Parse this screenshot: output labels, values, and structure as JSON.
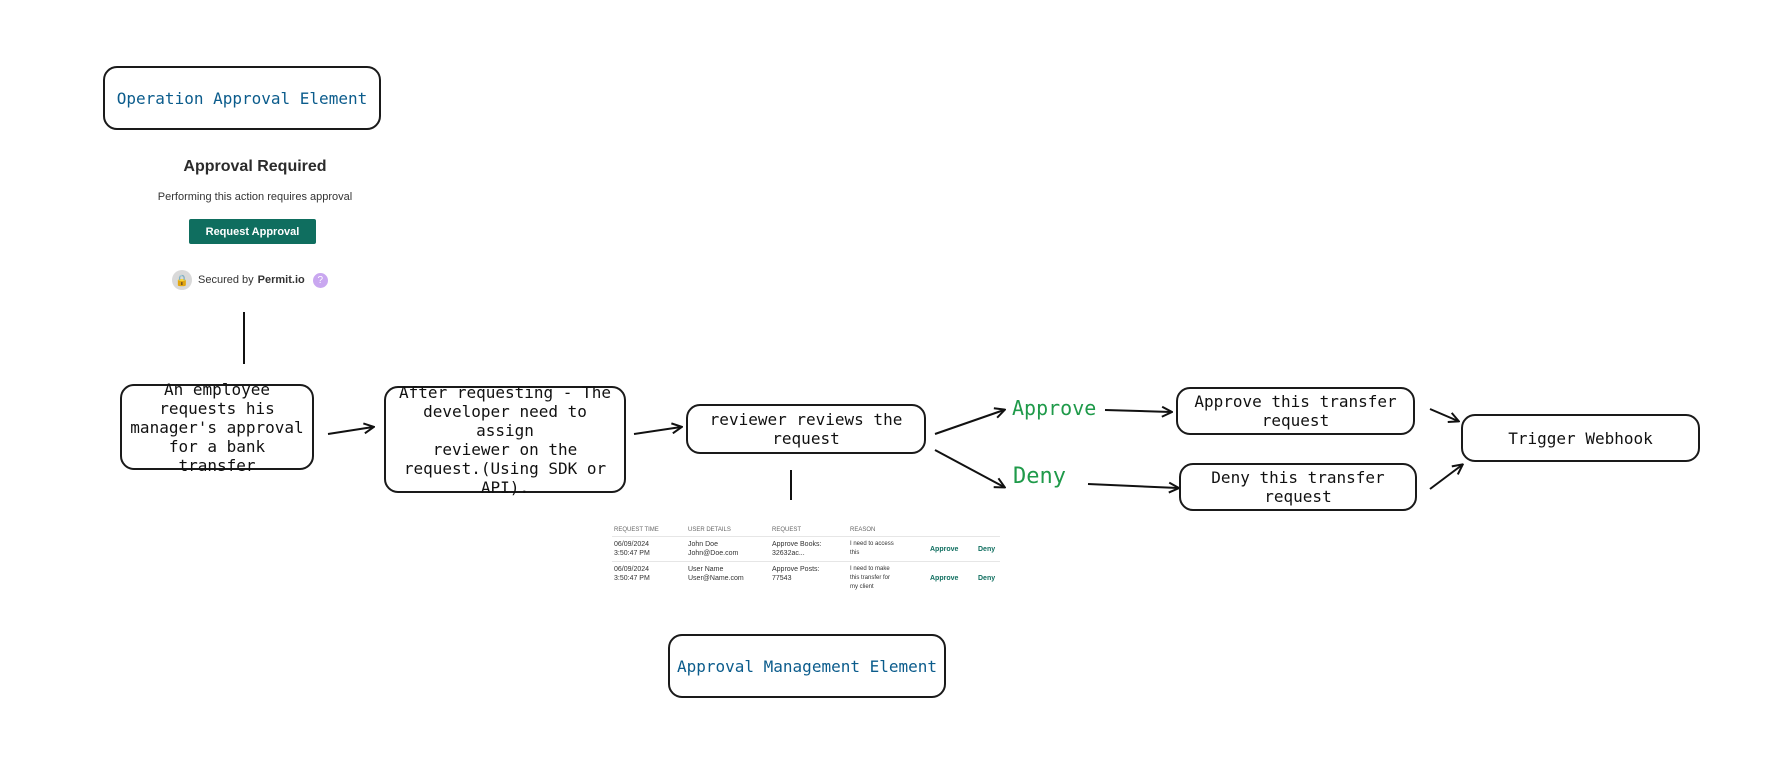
{
  "widget": {
    "element_label": "Operation Approval Element",
    "title": "Approval Required",
    "subtitle": "Performing this action requires approval",
    "button": "Request Approval",
    "secured_prefix": "Secured by",
    "secured_brand": "Permit.io",
    "help_glyph": "?"
  },
  "flow": {
    "step1": "An employee\nrequests his\nmanager's approval\nfor a bank transfer",
    "step2": "After requesting - The\ndeveloper need to assign\nreviewer on the\nrequest.(Using SDK or\nAPI).",
    "step3": "reviewer reviews the\nrequest",
    "approve_label": "Approve",
    "deny_label": "Deny",
    "approve_box": "Approve this transfer\nrequest",
    "deny_box": "Deny this transfer\nrequest",
    "webhook": "Trigger Webhook"
  },
  "management": {
    "element_label": "Approval Management Element",
    "headers": [
      "REQUEST TIME",
      "USER DETAILS",
      "REQUEST",
      "REASON",
      "",
      ""
    ],
    "rows": [
      {
        "time": "06/09/2024\n3:50:47 PM",
        "user": "John Doe\nJohn@Doe.com",
        "request": "Approve Books:\n32632ac...",
        "reason": "I need to access\nthis",
        "approve": "Approve",
        "deny": "Deny"
      },
      {
        "time": "06/09/2024\n3:50:47 PM",
        "user": "User Name\nUser@Name.com",
        "request": "Approve Posts:\n77543",
        "reason": "I need to make\nthis transfer for\nmy client",
        "approve": "Approve",
        "deny": "Deny"
      }
    ]
  },
  "colors": {
    "accent": "#0f6e5f",
    "label_blue": "#0b5c8c",
    "label_green": "#1f9a4a"
  }
}
